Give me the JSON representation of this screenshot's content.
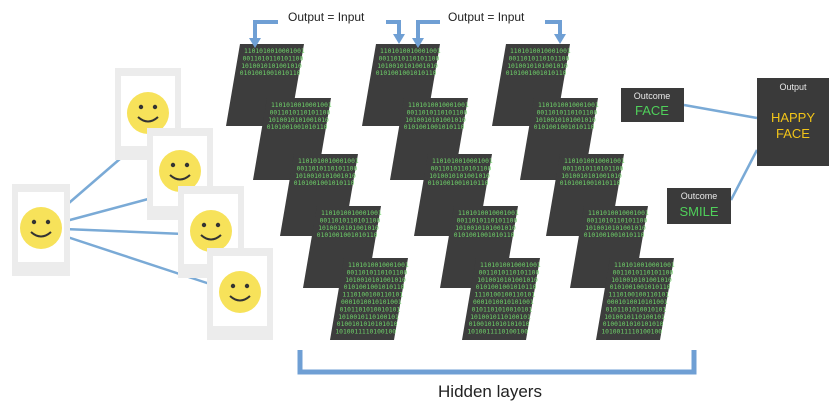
{
  "arrows": {
    "label_1": "Output = Input",
    "label_2": "Output = Input"
  },
  "outcome_face": {
    "title": "Outcome",
    "value": "FACE"
  },
  "outcome_smile": {
    "title": "Outcome",
    "value": "SMILE"
  },
  "output_box": {
    "title": "Output",
    "line1": "HAPPY",
    "line2": "FACE"
  },
  "hidden_layers_label": "Hidden layers",
  "binary_lines": [
    "1101010010001001",
    "0011010110101100",
    "1010010101001010",
    "0101001001010110",
    "1110100100110101",
    "0001010010101001",
    "0101101010010101",
    "1010010110100101",
    "0100101010101010",
    "1010011110100100"
  ],
  "colors": {
    "card": "#3d3d3d",
    "binary": "#6fd36a",
    "connector": "#7aaad6",
    "face": "#f7e25a",
    "outcome_green": "#4fd05a",
    "output_gold": "#f2c418"
  }
}
